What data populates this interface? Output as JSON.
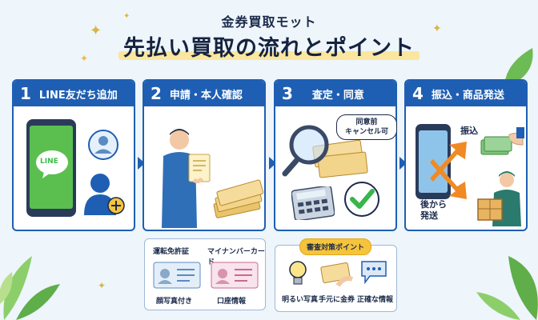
{
  "header": {
    "brand": "金券買取モット",
    "headline": "先払い買取の流れとポイント"
  },
  "steps": [
    {
      "number": "1",
      "title": "LINE友だち追加",
      "icon_text": "LINE"
    },
    {
      "number": "2",
      "title": "申請・本人確認"
    },
    {
      "number": "3",
      "title": "査定・同意",
      "bubble": "同意前\nキャンセル可"
    },
    {
      "number": "4",
      "title": "振込・商品発送",
      "label_transfer": "振込",
      "label_ship": "後から\n発送"
    }
  ],
  "id_panel": {
    "headers": [
      "運転免許証",
      "マイナンバーカード"
    ],
    "captions": [
      "顔写真付き",
      "口座情報"
    ]
  },
  "tips_panel": {
    "badge": "審査対策ポイント",
    "items": [
      "明るい写真",
      "手元に金券",
      "正確な情報"
    ]
  },
  "colors": {
    "primary": "#1e5fb3",
    "accent_orange": "#f08a24",
    "line_green": "#3bbf4a",
    "highlight": "#fbe6a0",
    "check_green": "#39b54a"
  }
}
